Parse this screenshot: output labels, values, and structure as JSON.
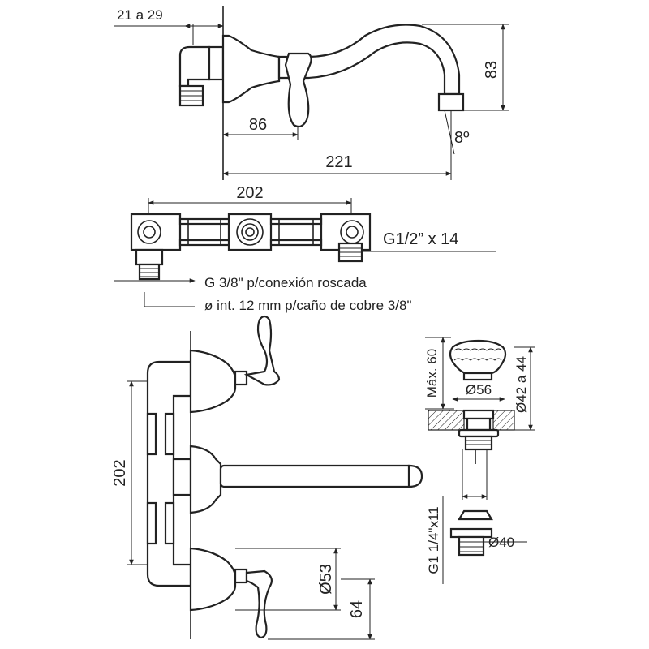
{
  "dimensions": {
    "wall_thickness": "21 a 29",
    "spout_height": "83",
    "handle_offset": "86",
    "spout_angle": "8º",
    "spout_reach": "221",
    "rough_in_width_top": "202",
    "outlet_thread": "G1/2” x 14",
    "inlet_thread": "G 3/8\" p/conexión roscada",
    "copper_pipe": "ø int. 12 mm p/caño de cobre 3/8\"",
    "rough_in_width_front": "202",
    "flange_diameter": "Ø53",
    "handle_height": "64",
    "max_height": "Máx. 60",
    "knob_diameter": "Ø56",
    "hole_range": "Ø42 a 44",
    "drain_thread": "G1 1/4\"x11",
    "drain_diameter": "Ø40"
  }
}
